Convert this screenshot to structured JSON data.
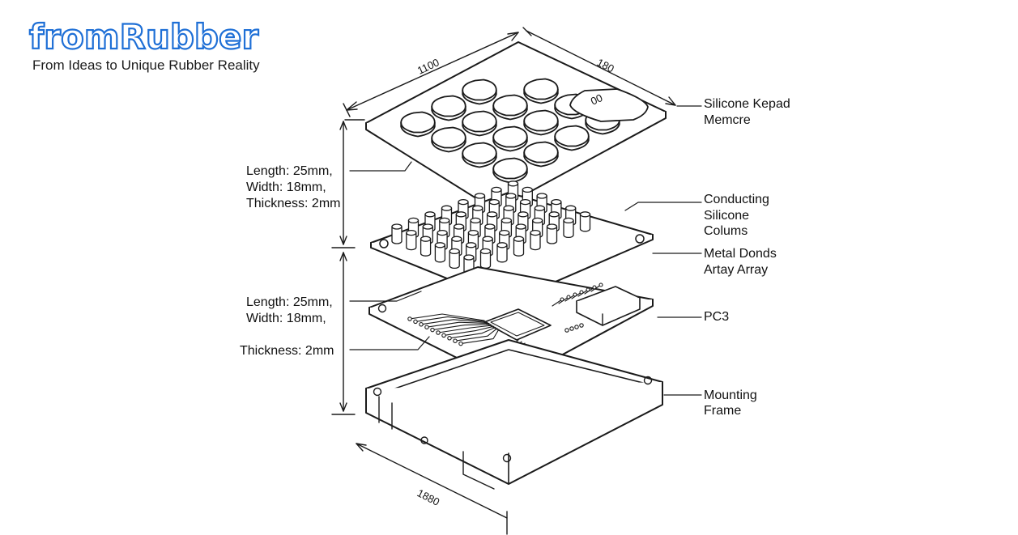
{
  "brand": {
    "logo_text": "fromRubber",
    "tagline": "From Ideas to Unique Rubber Reality",
    "logo_color": "#1e6fd6"
  },
  "diagram": {
    "dimensions": {
      "top_left": "1100",
      "top_right": "180",
      "bottom": "1880"
    },
    "left_specs": {
      "upper": {
        "line1": "Length: 25mm,",
        "line2": "Width: 18mm,",
        "line3": "Thickness: 2mm"
      },
      "lower": {
        "line1": "Length: 25mm,",
        "line2": "Width: 18mm,",
        "line3": "Thickness: 2mm"
      }
    },
    "labels": {
      "keypad": {
        "line1": "Silicone Kepad",
        "line2": "Memcre"
      },
      "columns": {
        "line1": "Conducting",
        "line2": "Silicone",
        "line3": "Colums"
      },
      "metal": {
        "line1": "Metal Donds",
        "line2": "Artay Array"
      },
      "pcb": {
        "line1": "PC3"
      },
      "frame": {
        "line1": "Mounting",
        "line2": "Frame"
      }
    },
    "colors": {
      "stroke": "#1a1a1a",
      "fill": "#ffffff"
    }
  }
}
